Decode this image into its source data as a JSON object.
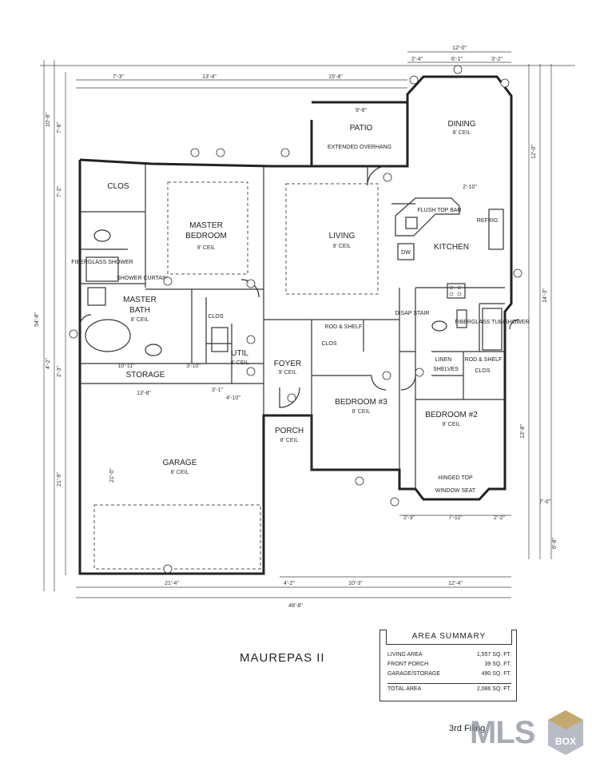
{
  "plan_title": "MAUREPAS II",
  "rooms": {
    "patio": "PATIO",
    "extended_overhang": "EXTENDED OVERHANG",
    "dining": "DINING",
    "kitchen": "KITCHEN",
    "flush_top_bar": "FLUSH TOP BAR",
    "refrig": "REFRIG",
    "dw": "DW",
    "living": "LIVING",
    "master_bedroom_1": "MASTER",
    "master_bedroom_2": "BEDROOM",
    "clos": "CLOS",
    "master_bath_1": "MASTER",
    "master_bath_2": "BATH",
    "fiberglass_shower": "FIBERGLASS SHOWER",
    "shower_curtain": "SHOWER CURTAIN",
    "util": "UTIL",
    "storage": "STORAGE",
    "foyer": "FOYER",
    "porch": "PORCH",
    "garage": "GARAGE",
    "bedroom3": "BEDROOM #3",
    "bedroom2": "BEDROOM #2",
    "linen": "LINEN",
    "shelves": "SHELVES",
    "rod_shelf": "ROD & SHELF",
    "hinged_top": "HINGED TOP",
    "window_seat": "WINDOW SEAT",
    "fiberglass_tub": "FIBERGLASS TUB/SHOWER",
    "disap_stair": "DISAP STAIR",
    "ceil_8": "8' CEIL",
    "ceil_9": "9' CEIL"
  },
  "dimensions": {
    "top_total": "12'-0\"",
    "top_a": "2'-4\"",
    "top_b": "6'-1\"",
    "top_c": "3'-2\"",
    "row2_a": "7'-3\"",
    "row2_b": "13'-4\"",
    "row2_c": "15'-8\"",
    "patio_w": "9'-8\"",
    "kitchen_w": "2'-10\"",
    "left_total": "54'-8\"",
    "left_a": "10'-8\"",
    "left_b": "7'-8\"",
    "left_c": "7'-2\"",
    "left_d": "21'-9\"",
    "mid_a": "4'-2\"",
    "mid_b": "2'-3\"",
    "bottom_total": "48'-8\"",
    "bottom_a": "21'-4\"",
    "bottom_b": "4'-2\"",
    "bottom_c": "10'-3\"",
    "bottom_d": "12'-4\"",
    "garage_w": "13'-8\"",
    "garage_h": "21'-0\"",
    "storage_w": "10'-11\"",
    "storage_b": "3'-10\"",
    "right_a": "12'-0\"",
    "right_b": "13'-8\"",
    "right_c": "14'-3\"",
    "right_d": "6'-8\"",
    "right_e": "7'-0\"",
    "bed2_w": "7'-11\"",
    "bed2_a": "2'-3\"",
    "bed2_b": "2'-2\"",
    "foyer_w": "3'-1\"",
    "foyer_b": "4'-10\""
  },
  "area_summary": {
    "title": "AREA SUMMARY",
    "rows": [
      {
        "label": "LIVING AREA",
        "value": "1,557 SQ. FT."
      },
      {
        "label": "FRONT PORCH",
        "value": "39 SQ. FT."
      },
      {
        "label": "GARAGE/STORAGE",
        "value": "490 SQ. FT."
      }
    ],
    "total": {
      "label": "TOTAL AREA",
      "value": "2,086 SQ. FT."
    }
  },
  "filing_note": "3rd Filing",
  "watermark": {
    "text": "MLS",
    "box_letters": "BOX",
    "color": "#8a8f9c",
    "accent": "#c8a14a"
  }
}
